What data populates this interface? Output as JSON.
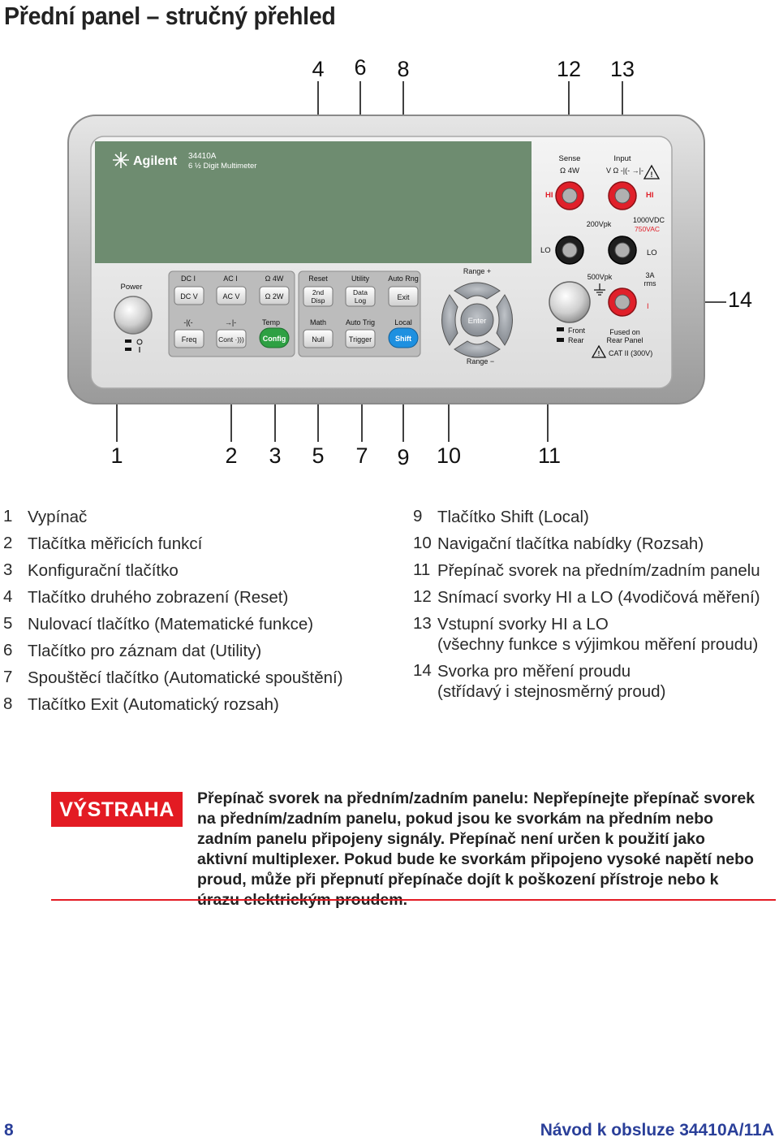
{
  "page_title": "Přední panel – stručný přehled",
  "figure": {
    "callouts_top": [
      "4",
      "6",
      "8",
      "12",
      "13"
    ],
    "callout_right": "14",
    "callouts_bottom": [
      "1",
      "2",
      "3",
      "5",
      "7",
      "9",
      "10",
      "11"
    ],
    "brand": "Agilent",
    "model": "34410A",
    "model_desc": "6 ½ Digit Multimeter",
    "power_label": "Power",
    "keys": {
      "dci": "DC I",
      "aci": "AC I",
      "ohm4w": "Ω 4W",
      "dcv": "DC V",
      "acv": "AC V",
      "ohm2w": "Ω 2W",
      "cap": "-|(-",
      "diode": "→|-",
      "temp": "Temp",
      "freq": "Freq",
      "cont": "Cont ·)))",
      "config": "Config",
      "reset": "Reset",
      "utility": "Utility",
      "autorng": "Auto Rng",
      "disp2nd_1": "2nd",
      "disp2nd_2": "Disp",
      "datalog_1": "Data",
      "datalog_2": "Log",
      "exit": "Exit",
      "math": "Math",
      "autotrig": "Auto Trig",
      "local": "Local",
      "null": "Null",
      "trigger": "Trigger",
      "shift": "Shift",
      "range_plus": "Range +",
      "range_minus": "Range −",
      "enter": "Enter"
    },
    "terminals": {
      "sense": "Sense",
      "sense_sub": "Ω 4W",
      "input": "Input",
      "input_sub": "V Ω -|(- →|-",
      "hi": "HI",
      "lo": "LO",
      "v200": "200Vpk",
      "v1000": "1000VDC",
      "v750": "750VAC",
      "v500": "500Vpk",
      "amp3": "3A",
      "amp3_sub": "rms",
      "i": "I",
      "front": "Front",
      "rear": "Rear",
      "fused_1": "Fused on",
      "fused_2": "Rear Panel",
      "cat": "CAT II (300V)"
    }
  },
  "legend_left": [
    {
      "num": "1",
      "text": "Vypínač"
    },
    {
      "num": "2",
      "text": "Tlačítka měřicích funkcí"
    },
    {
      "num": "3",
      "text": "Konfigurační tlačítko"
    },
    {
      "num": "4",
      "text": "Tlačítko druhého zobrazení (Reset)"
    },
    {
      "num": "5",
      "text": "Nulovací tlačítko (Matematické funkce)"
    },
    {
      "num": "6",
      "text": "Tlačítko pro záznam dat (Utility)"
    },
    {
      "num": "7",
      "text": "Spouštěcí tlačítko (Automatické spouštění)"
    },
    {
      "num": "8",
      "text": "Tlačítko Exit (Automatický rozsah)"
    }
  ],
  "legend_right": [
    {
      "num": "9",
      "text": "Tlačítko Shift (Local)"
    },
    {
      "num": "10",
      "text": "Navigační tlačítka nabídky (Rozsah)"
    },
    {
      "num": "11",
      "text": "Přepínač svorek na předním/zadním panelu"
    },
    {
      "num": "12",
      "text": "Snímací svorky HI a LO (4vodičová měření)"
    },
    {
      "num": "13",
      "text": "Vstupní svorky HI a LO",
      "text2": "(všechny funkce s výjimkou měření proudu)"
    },
    {
      "num": "14",
      "text": "Svorka pro měření proudu",
      "text2": "(střídavý i stejnosměrný proud)"
    }
  ],
  "warning": {
    "badge": "VÝSTRAHA",
    "text": "Přepínač svorek na předním/zadním panelu: Nepřepínejte přepínač svorek na předním/zadním panelu, pokud jsou ke svorkám na předním nebo zadním panelu připojeny signály. Přepínač není určen k použití jako aktivní multiplexer. Pokud bude ke svorkám připojeno vysoké napětí nebo proud, může při přepnutí přepínače dojít k poškození přístroje nebo k úrazu elektrickým proudem."
  },
  "footer": {
    "page_number": "8",
    "doc_title": "Návod k obsluze 34410A/11A"
  },
  "colors": {
    "warning_red": "#e31b23",
    "footer_blue": "#2a3f99",
    "display_green": "#6e8c70",
    "config_green": "#2ea043",
    "shift_blue": "#1e90e0",
    "terminal_red": "#e0202a"
  }
}
